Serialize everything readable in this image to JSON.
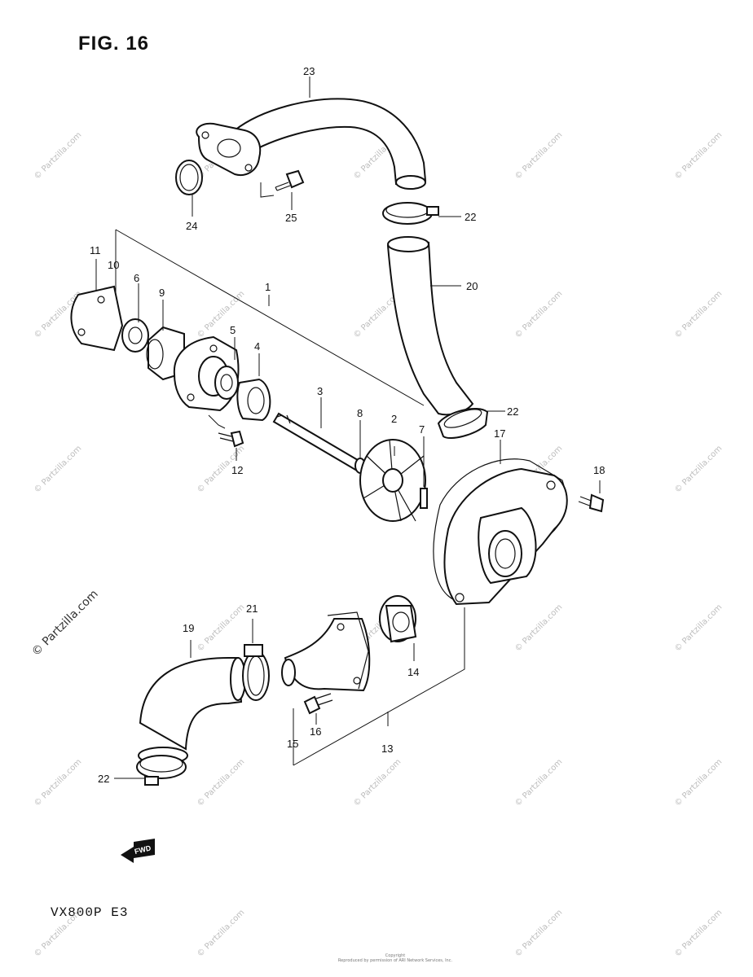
{
  "figure_title": "FIG. 16",
  "model_code": "VX800P E3",
  "watermark_text": "© Partzilla.com",
  "copyright_text": [
    "Copyright",
    "Reproduced by permission of ARI Network Services, Inc."
  ],
  "fwd_label": "FWD",
  "parts": [
    {
      "id": "part-1",
      "number": "1"
    },
    {
      "id": "part-2",
      "number": "2"
    },
    {
      "id": "part-3",
      "number": "3"
    },
    {
      "id": "part-4",
      "number": "4"
    },
    {
      "id": "part-5",
      "number": "5"
    },
    {
      "id": "part-6",
      "number": "6"
    },
    {
      "id": "part-7",
      "number": "7"
    },
    {
      "id": "part-8",
      "number": "8"
    },
    {
      "id": "part-9",
      "number": "9"
    },
    {
      "id": "part-10",
      "number": "10"
    },
    {
      "id": "part-11",
      "number": "11"
    },
    {
      "id": "part-12",
      "number": "12"
    },
    {
      "id": "part-13",
      "number": "13"
    },
    {
      "id": "part-14",
      "number": "14"
    },
    {
      "id": "part-15",
      "number": "15"
    },
    {
      "id": "part-16",
      "number": "16"
    },
    {
      "id": "part-17",
      "number": "17"
    },
    {
      "id": "part-18",
      "number": "18"
    },
    {
      "id": "part-19",
      "number": "19"
    },
    {
      "id": "part-20",
      "number": "20"
    },
    {
      "id": "part-21",
      "number": "21"
    },
    {
      "id": "part-22a",
      "number": "22"
    },
    {
      "id": "part-22b",
      "number": "22"
    },
    {
      "id": "part-22c",
      "number": "22"
    },
    {
      "id": "part-23",
      "number": "23"
    },
    {
      "id": "part-24",
      "number": "24"
    },
    {
      "id": "part-25",
      "number": "25"
    }
  ]
}
